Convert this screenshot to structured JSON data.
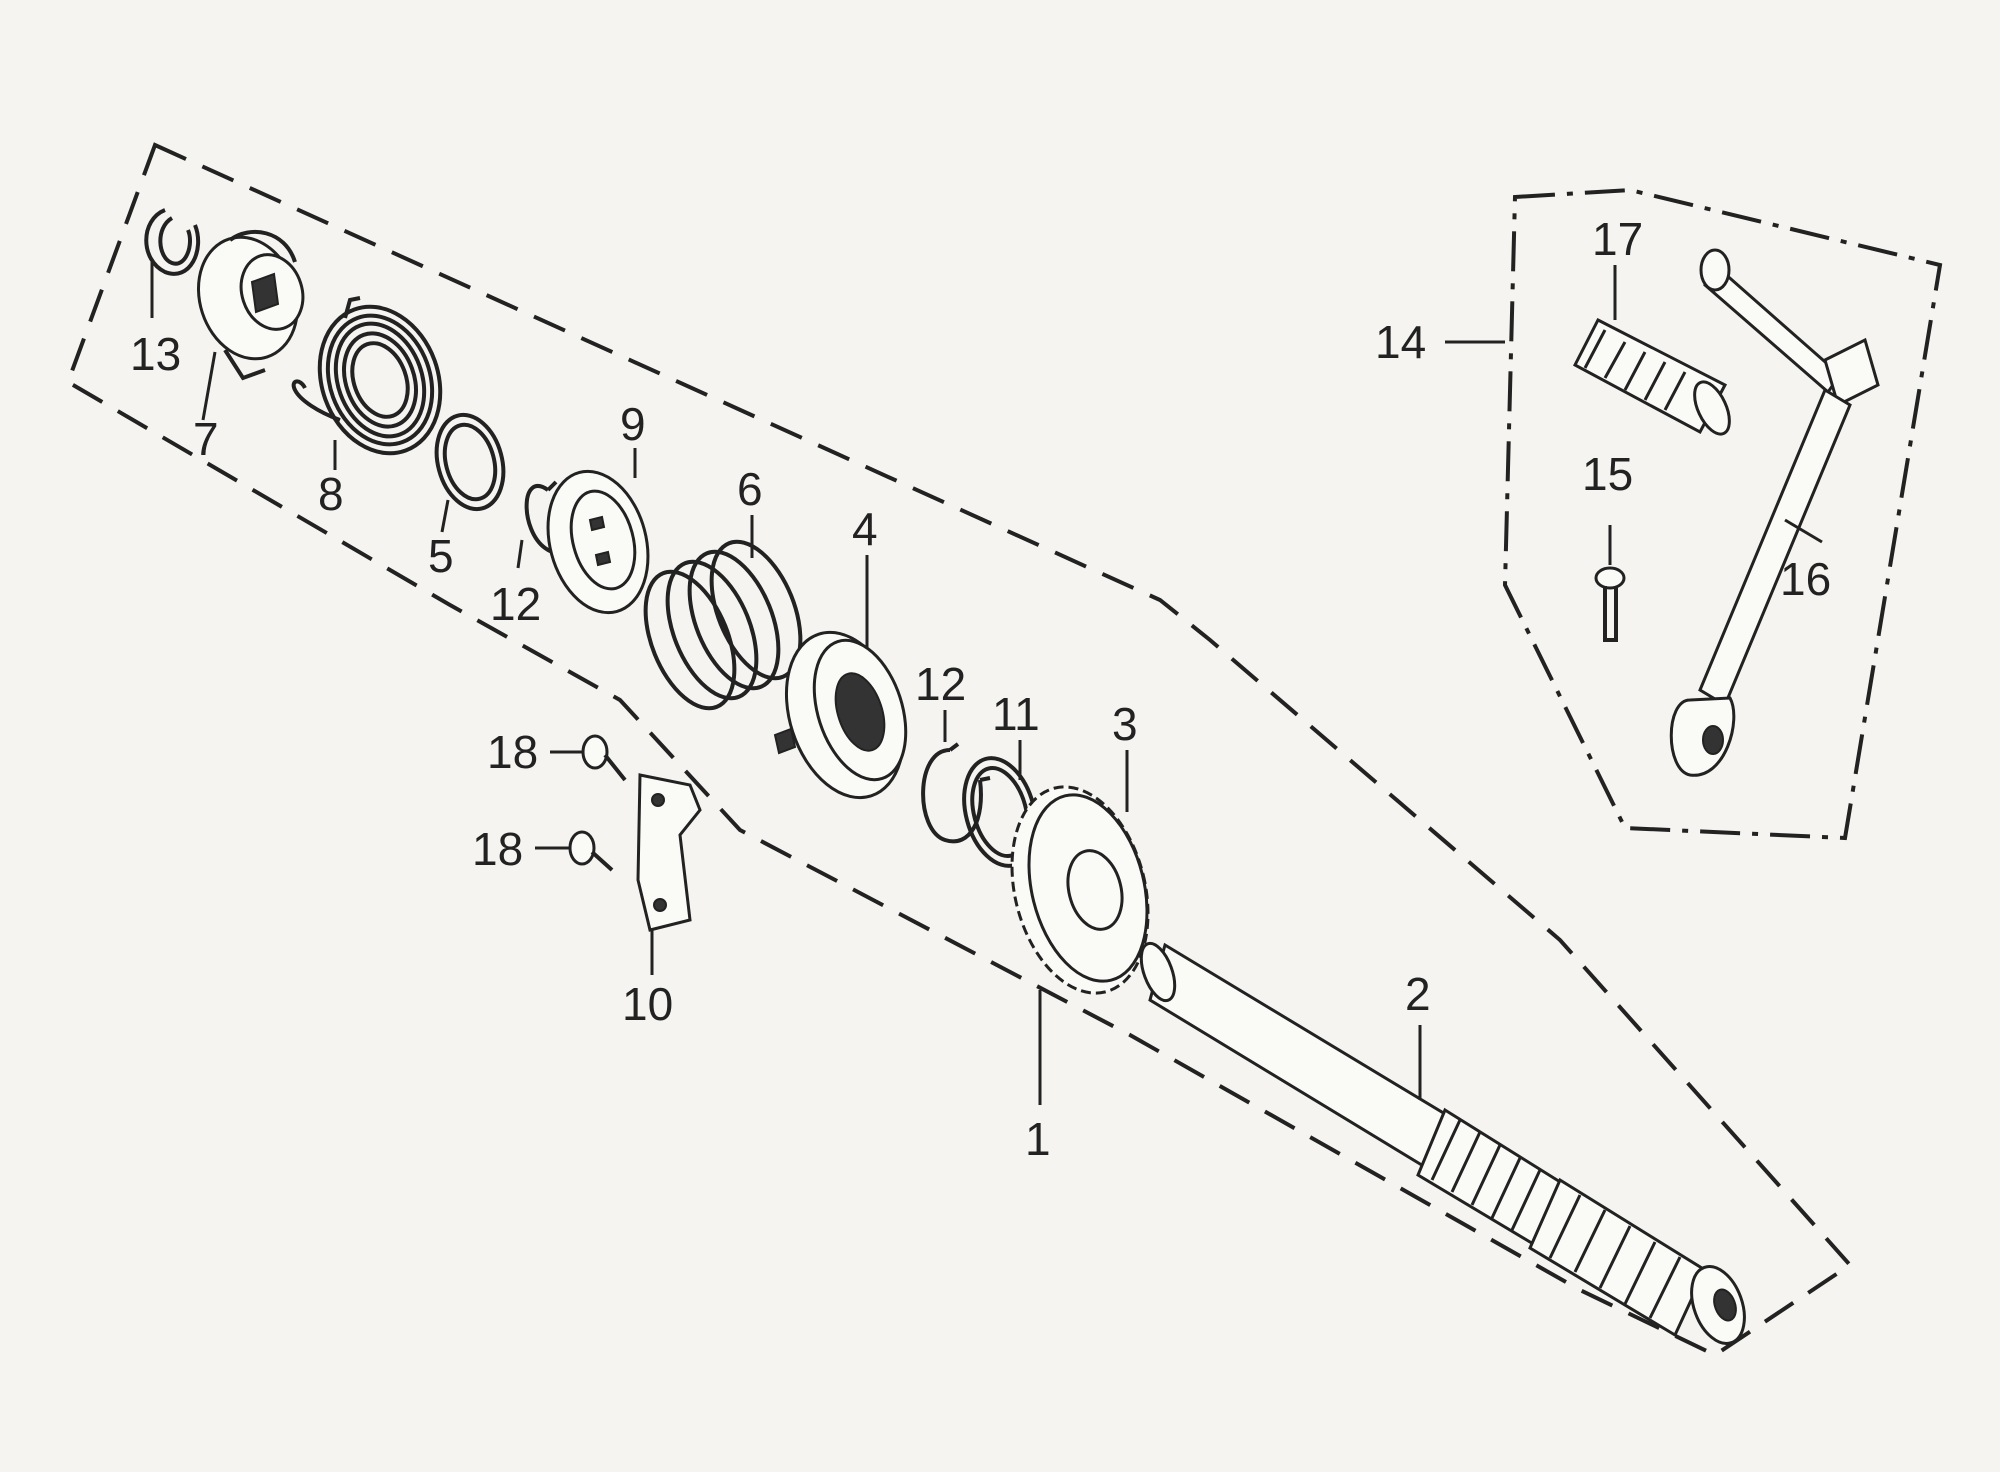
{
  "diagram": {
    "part_numbers": {
      "p1": "1",
      "p2": "2",
      "p3": "3",
      "p4": "4",
      "p5": "5",
      "p6": "6",
      "p7": "7",
      "p8": "8",
      "p9": "9",
      "p10": "10",
      "p11": "11",
      "p12a": "12",
      "p12b": "12",
      "p13": "13",
      "p14": "14",
      "p15": "15",
      "p16": "16",
      "p17": "17",
      "p18a": "18",
      "p18b": "18"
    }
  }
}
